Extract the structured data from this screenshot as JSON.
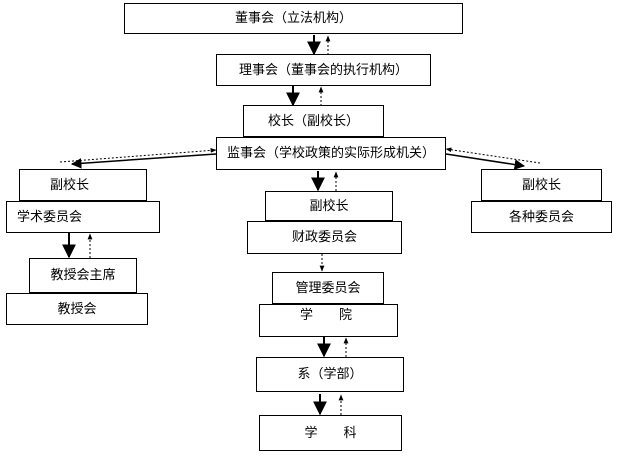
{
  "boxes": {
    "board": "董事会（立法机构）",
    "council": "理事会（董事会的执行机构）",
    "president": "校长（副校长）",
    "senate": "监事会（学校政策的实际形成机关）",
    "vp_left": "副校长",
    "academic_committee": "学术委员会",
    "faculty_chair": "教授会主席",
    "faculty_senate": "教授会",
    "vp_center": "副校长",
    "finance_committee": "财政委员会",
    "management_committee": "管理委员会",
    "college": "学　　院",
    "department": "系（学部）",
    "discipline": "学　　科",
    "vp_right": "副校长",
    "various_committees": "各种委员会"
  }
}
